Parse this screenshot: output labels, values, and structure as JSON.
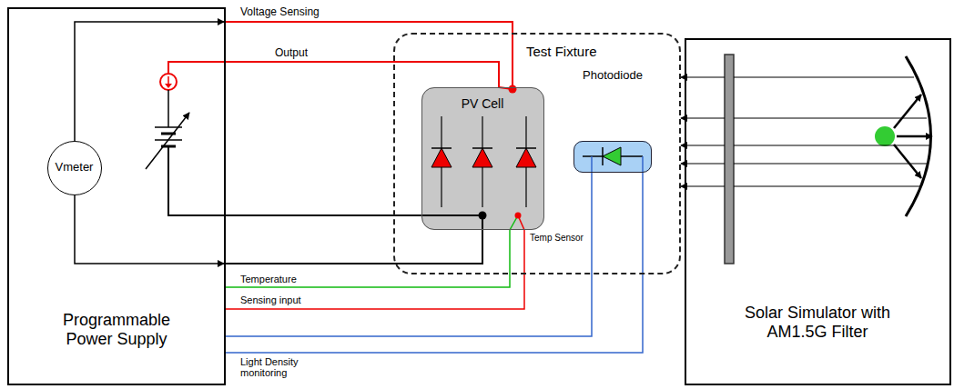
{
  "diagram": {
    "nodes": [
      {
        "text": [
          "Programmable Power Supply"
        ]
      },
      {
        "text": [
          "Vmeter"
        ],
        "in": 0
      },
      {
        "text": [
          "Test Fixture"
        ]
      },
      {
        "text": [
          "PV Cell"
        ],
        "in": 2
      },
      {
        "text": [
          "Photodiode"
        ],
        "in": 2
      },
      {
        "text": [
          "Solar Simulator with AM1.5G Filter"
        ]
      }
    ],
    "edges": [
      {
        "from": 0,
        "to": 3,
        "arrow": "none",
        "label": "Voltage Sensing"
      },
      {
        "from": 0,
        "to": 3,
        "arrow": "none",
        "label": "Output"
      },
      {
        "from": 0,
        "to": 3,
        "arrow": "none"
      },
      {
        "from": 0,
        "to": 3,
        "arrow": "none"
      },
      {
        "from": 0,
        "to": 3,
        "arrow": "none",
        "label": "Temperature"
      },
      {
        "from": 0,
        "to": 3,
        "arrow": "none",
        "label": "Sensing input"
      },
      {
        "from": 0,
        "to": 4,
        "arrow": "none",
        "label": "Light Density monitoring"
      },
      {
        "from": 0,
        "to": 4,
        "arrow": "none"
      },
      {
        "from": 5,
        "to": 2,
        "arrow": "to"
      },
      {
        "from": 5,
        "to": 2,
        "arrow": "to"
      },
      {
        "from": 5,
        "to": 2,
        "arrow": "to"
      },
      {
        "from": 5,
        "to": 2,
        "arrow": "to"
      },
      {
        "from": 5,
        "to": 2,
        "arrow": "to"
      }
    ],
    "labels": [
      "Temp Sensor"
    ]
  }
}
